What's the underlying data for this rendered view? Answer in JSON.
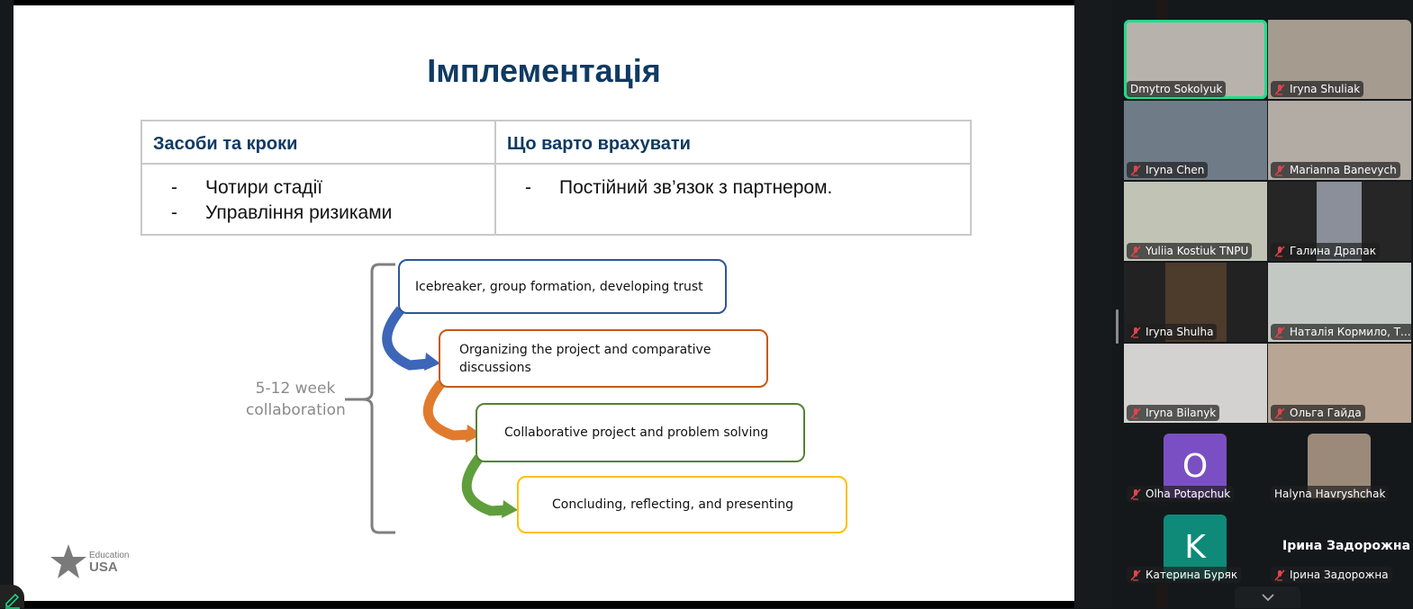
{
  "slide": {
    "title": "Імплементація",
    "table": {
      "headers": [
        "Засоби та кроки",
        "Що варто врахувати"
      ],
      "col1_items": [
        "Чотири стадії",
        "Управління ризиками"
      ],
      "col2_items": [
        "Постійний зв’язок з партнером."
      ],
      "bullet": "-"
    },
    "diagram": {
      "bracket_label_line1": "5-12 week",
      "bracket_label_line2": "collaboration",
      "steps": [
        {
          "label": "Icebreaker, group formation, developing trust",
          "color": "#2f5597"
        },
        {
          "label": "Organizing the project and comparative discussions",
          "color": "#c55a11"
        },
        {
          "label": "Collaborative project and problem solving",
          "color": "#548235"
        },
        {
          "label": "Concluding, reflecting, and presenting",
          "color": "#ffc000"
        }
      ]
    },
    "logo": {
      "line1": "Education",
      "line2": "USA"
    }
  },
  "participants": [
    {
      "name": "Dmytro Sokolyuk",
      "muted": false,
      "active": true,
      "bg": "#b8b2ad"
    },
    {
      "name": "Iryna Shuliak",
      "muted": true,
      "bg": "#a59c8f"
    },
    {
      "name": "Iryna Chen",
      "muted": true,
      "bg": "#6f7c87"
    },
    {
      "name": "Marianna Banevych",
      "muted": true,
      "bg": "#b2aca5"
    },
    {
      "name": "Yuliia Kostiuk TNPU",
      "muted": true,
      "bg": "#c1c3b4"
    },
    {
      "name": "Галина Драпак",
      "muted": true,
      "bg": "#2a2a2a"
    },
    {
      "name": "Iryna Shulha",
      "muted": true,
      "bg": "#222222"
    },
    {
      "name": "Наталія Кормило, Т...",
      "muted": true,
      "bg": "#c3c8c4"
    },
    {
      "name": "Iryna Bilanyk",
      "muted": true,
      "bg": "#d4d2d0"
    },
    {
      "name": "Ольга Гайда",
      "muted": true,
      "bg": "#b9a593"
    },
    {
      "name": "Olha Potapchuk",
      "muted": true,
      "avatar_letter": "O",
      "avatar_color": "#7b4fc4"
    },
    {
      "name": "Halyna Havryshchak",
      "muted": false,
      "bg": "#15181b"
    },
    {
      "name": "Катерина Буряк",
      "muted": true,
      "avatar_letter": "K",
      "avatar_color": "#0f8a78"
    },
    {
      "name": "Ірина Задорожна",
      "muted": true,
      "display_name": "Ірина Задорожна"
    }
  ],
  "colors": {
    "active_speaker": "#1fdc8a",
    "muted_icon": "#e0454c",
    "title": "#0f3a63"
  }
}
